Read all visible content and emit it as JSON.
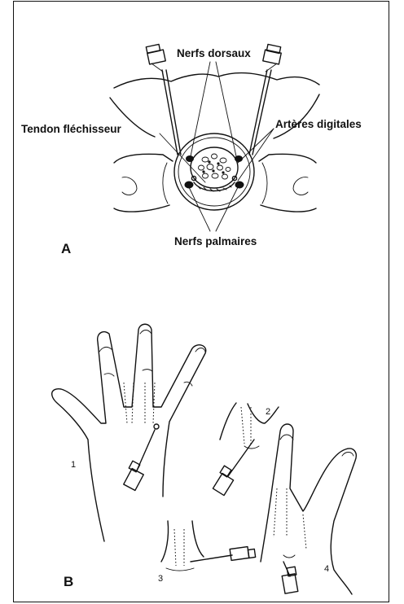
{
  "panel_a": {
    "label": "A",
    "nerfs_dorsaux": "Nerfs dorsaux",
    "tendon_flechisseur": "Tendon fléchisseur",
    "arteres_digitales": "Artères digitales",
    "nerfs_palmaires": "Nerfs palmaires"
  },
  "panel_b": {
    "label": "B",
    "step_1": "1",
    "step_2": "2",
    "step_3": "3",
    "step_4": "4"
  }
}
